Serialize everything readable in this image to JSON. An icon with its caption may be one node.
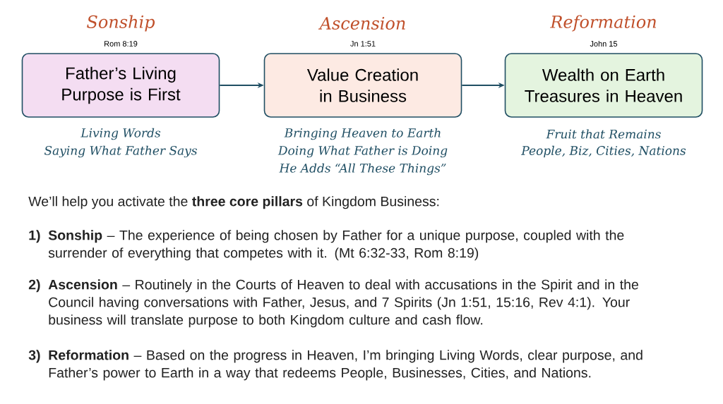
{
  "diagram": {
    "nodes": [
      {
        "text": [
          "Sonship",
          "Rom 8:19",
          "Father’s Living Purpose is First"
        ],
        "beside": [
          "Living Words",
          "Saying What Father Says"
        ]
      },
      {
        "text": [
          "Ascension",
          "Jn 1:51",
          "Value Creation in Business"
        ],
        "beside": [
          "Bringing Heaven to Earth",
          "Doing What Father is Doing",
          "He Adds “All These Things”"
        ]
      },
      {
        "text": [
          "Reformation",
          "John 15",
          "Wealth on Earth Treasures in Heaven"
        ],
        "beside": [
          "Fruit that Remains",
          "People, Biz, Cities, Nations"
        ]
      }
    ],
    "edges": [
      {
        "from": 0,
        "to": 1,
        "arrow": "to"
      },
      {
        "from": 1,
        "to": 2,
        "arrow": "to"
      }
    ],
    "labels": [
      "We’ll help you activate the **three core pillars** of Kingdom Business:",
      "1)",
      "**Sonship** – The experience of being chosen by Father for a unique purpose, coupled with the surrender of everything that competes with it. (Mt 6:32-33, Rom 8:19)",
      "2)",
      "**Ascension** – Routinely in the Courts of Heaven to deal with accusations in the Spirit and in the Council having conversations with Father, Jesus, and 7 Spirits (Jn 1:51, 15:16, Rev 4:1). Your business will translate purpose to both Kingdom culture and cash flow.",
      "3)",
      "**Reformation** – Based on the progress in Heaven, I’m bringing Living Words, clear purpose, and Father’s power to Earth in a way that redeems People, Businesses, Cities, and Nations."
    ]
  }
}
